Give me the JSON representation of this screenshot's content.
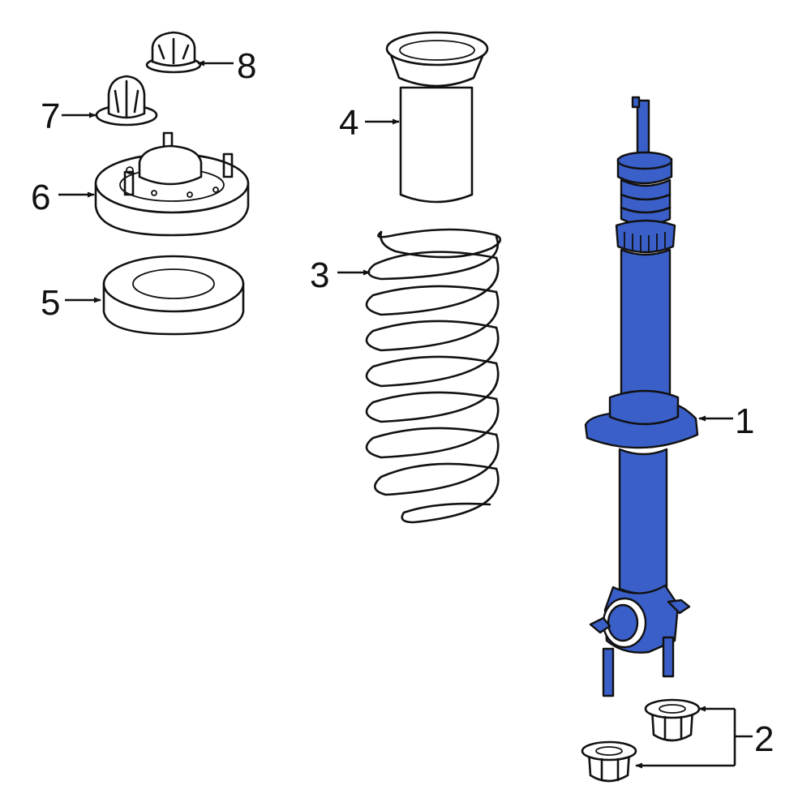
{
  "colors": {
    "highlight": "#3a5fc8",
    "outline": "#111111",
    "background": "#ffffff"
  },
  "callouts": {
    "c1": "1",
    "c2": "2",
    "c3": "3",
    "c4": "4",
    "c5": "5",
    "c6": "6",
    "c7": "7",
    "c8": "8"
  }
}
